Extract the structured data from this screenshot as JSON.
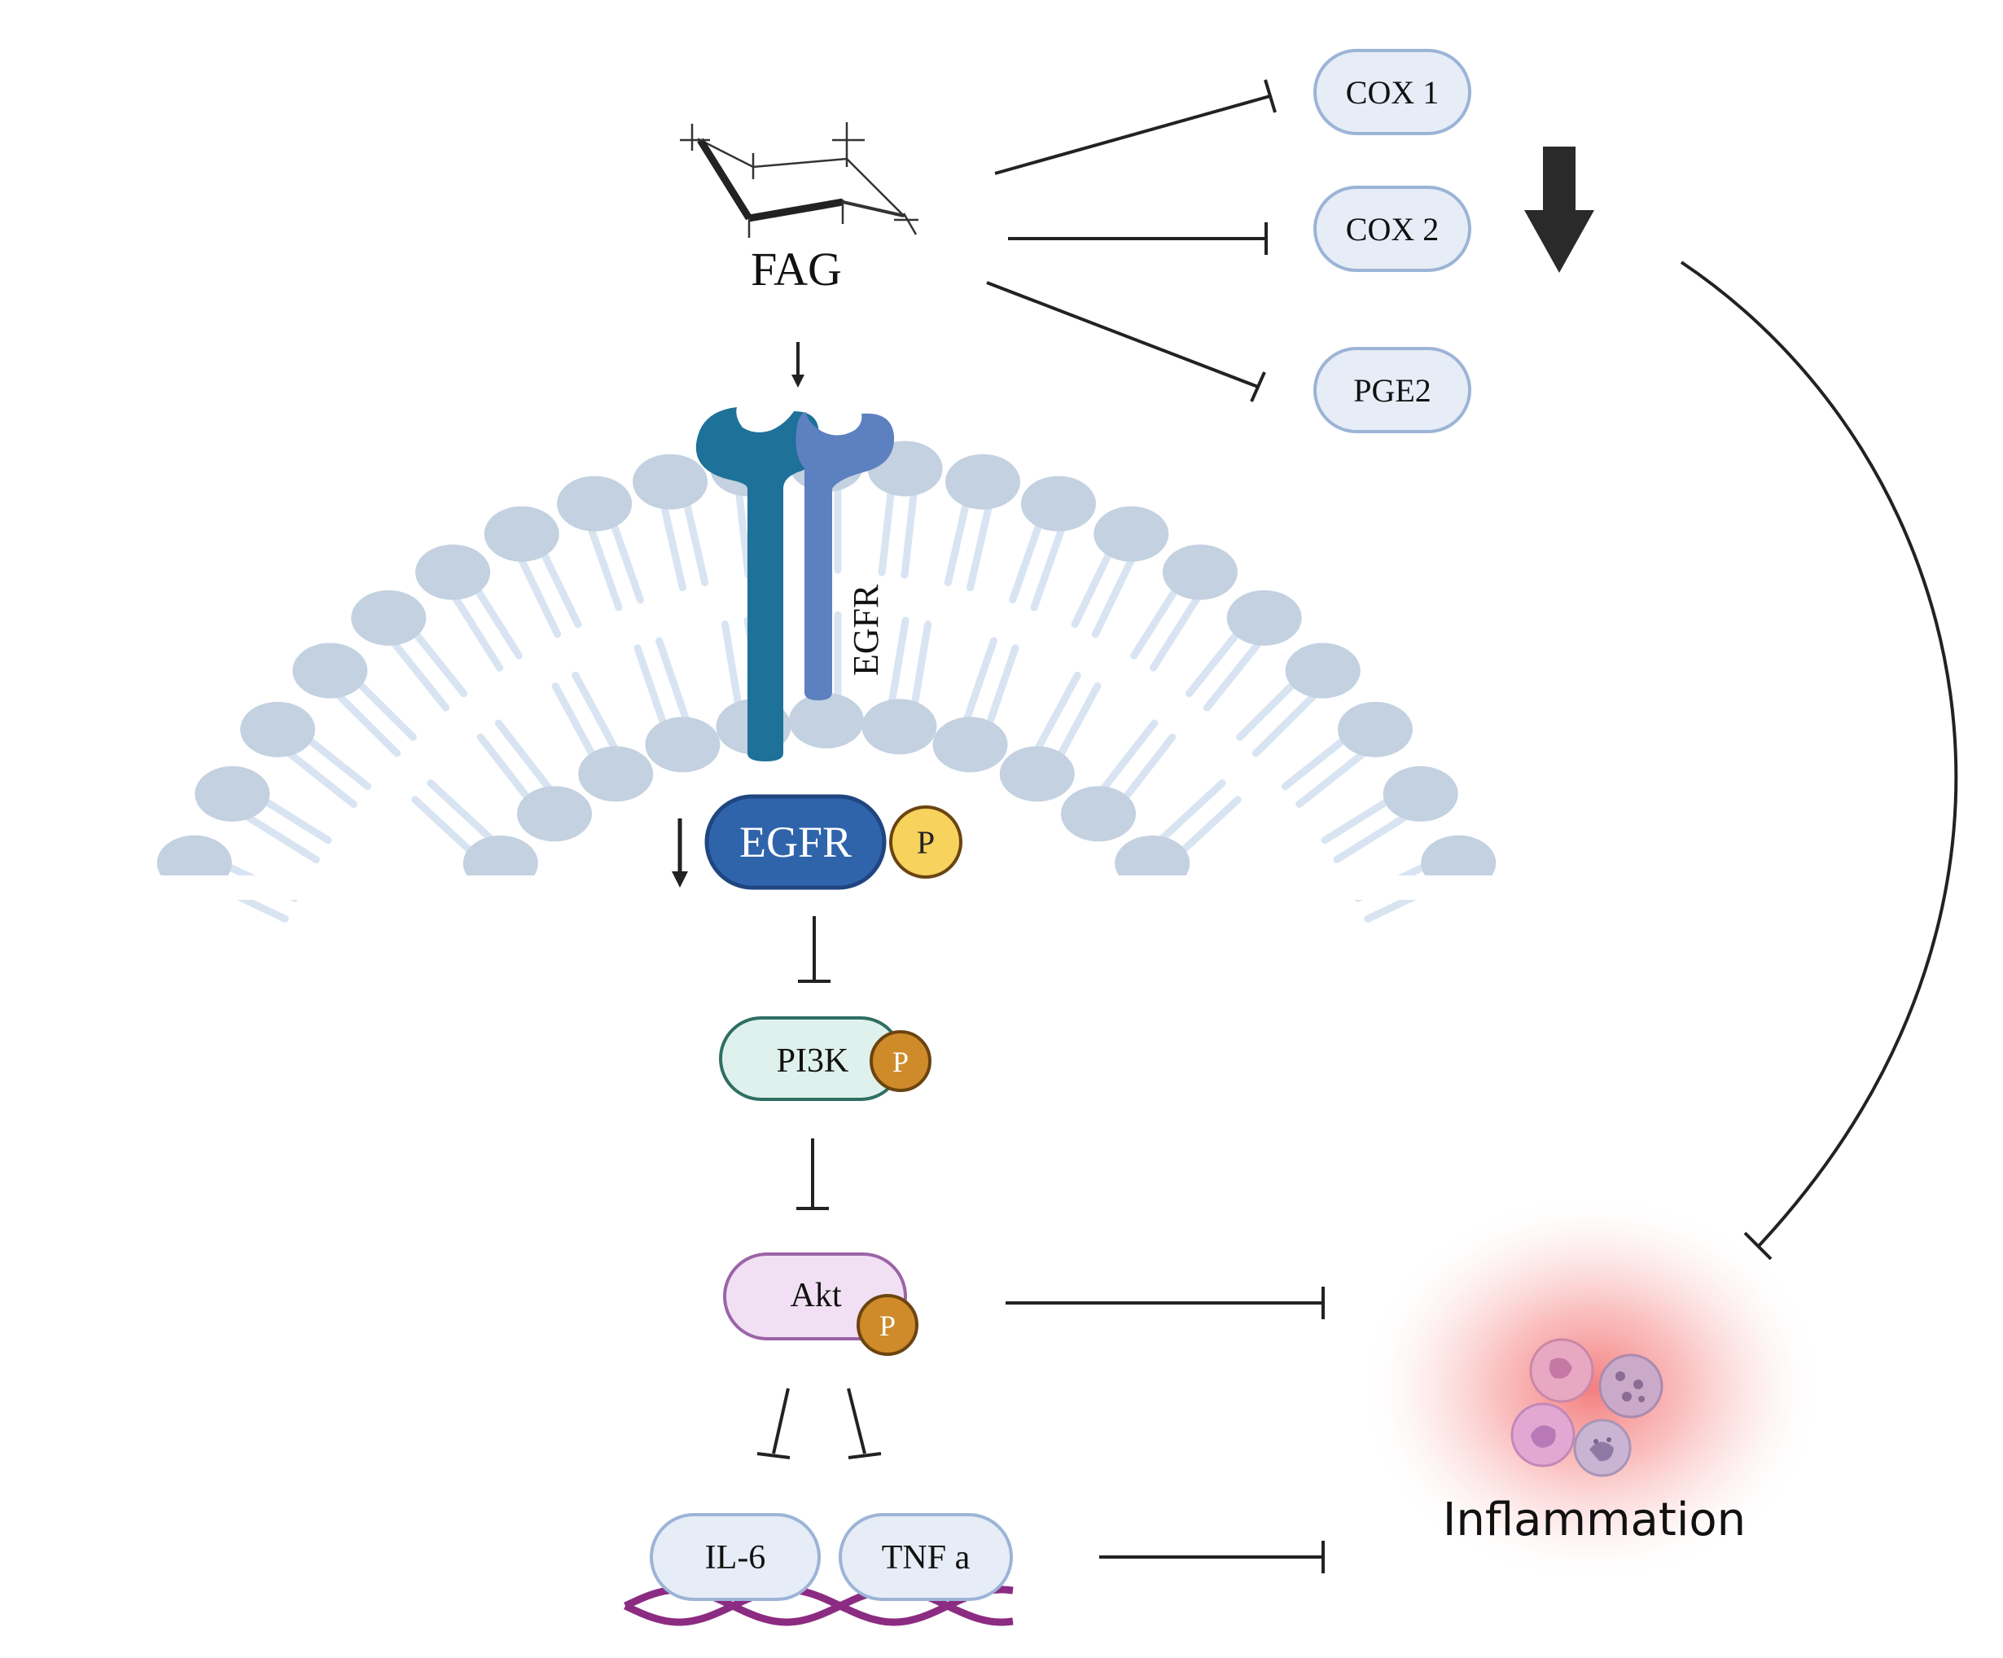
{
  "molecule": {
    "label": "FAG"
  },
  "receptor": {
    "label": "EGFR"
  },
  "nodes": {
    "egfr": {
      "label": "EGFR",
      "fill": "#2f64ab",
      "stroke": "#1f4680",
      "text_color": "#ffffff"
    },
    "pi3k": {
      "label": "PI3K",
      "fill": "#dff1ec",
      "stroke": "#2f6e63"
    },
    "akt": {
      "label": "Akt",
      "fill": "#f1e0f4",
      "stroke": "#9c64a8"
    },
    "il6": {
      "label": "IL-6",
      "fill": "#e6edf7",
      "stroke": "#9cb4d6"
    },
    "tnfa": {
      "label": "TNF a",
      "fill": "#e6edf7",
      "stroke": "#9cb4d6"
    },
    "cox1": {
      "label": "COX 1",
      "fill": "#e6edf7",
      "stroke": "#9cb4d6"
    },
    "cox2": {
      "label": "COX 2",
      "fill": "#e6edf7",
      "stroke": "#9cb4d6"
    },
    "pge2": {
      "label": "PGE2",
      "fill": "#e6edf7",
      "stroke": "#9cb4d6"
    }
  },
  "phospho": {
    "label": "P",
    "egfr_fill": "#f7d25c",
    "fill": "#cf8b2a",
    "stroke": "#6b4410"
  },
  "inflammation": {
    "label": "Inflammation",
    "glow_color": "#f47070"
  },
  "colors": {
    "membrane_head": "#c3d1e0",
    "membrane_tail": "#d8e4f1",
    "receptor_left": "#1e7199",
    "receptor_right": "#5d80c0",
    "dna": "#8c2b82",
    "line": "#222222"
  }
}
